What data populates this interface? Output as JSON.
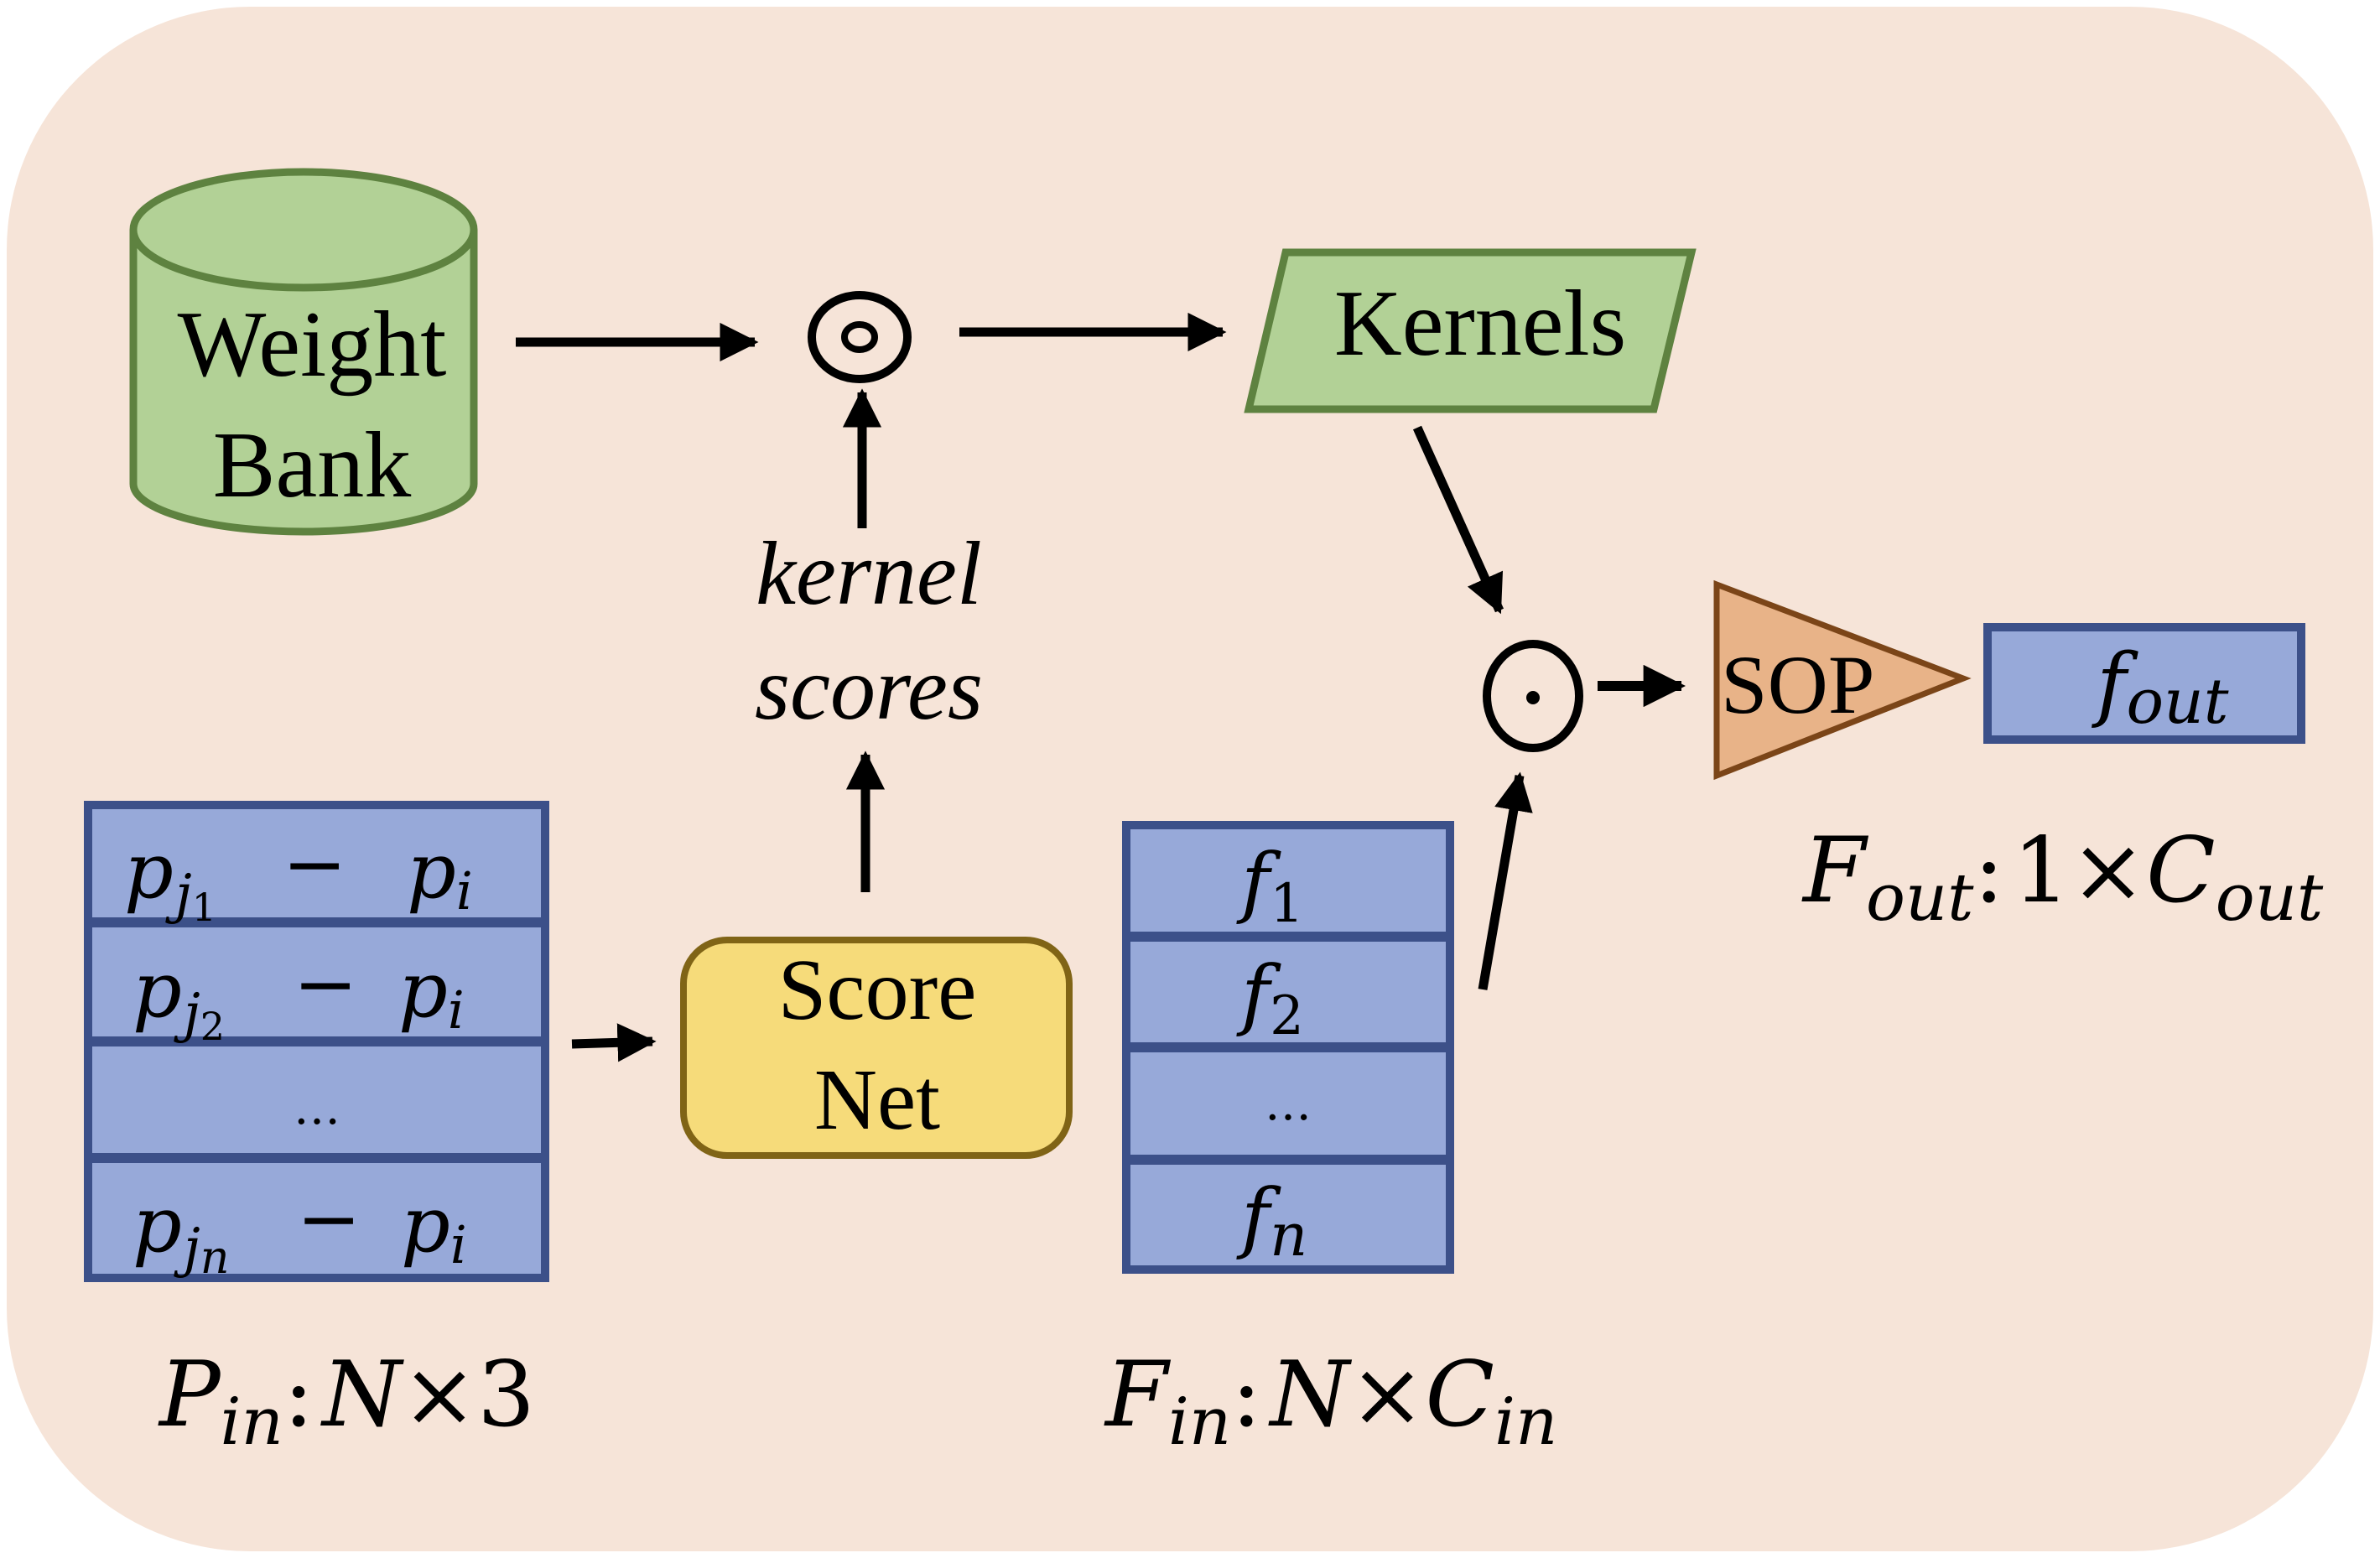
{
  "colors": {
    "background": "#F6E4D8",
    "green_fill": "#B2D196",
    "green_border": "#5E8240",
    "blue_fill": "#97A9D9",
    "blue_border": "#3C5089",
    "yellow_fill": "#F6DB7A",
    "yellow_border": "#806416",
    "orange_fill": "#E8B388",
    "orange_border": "#7B4518",
    "arrow": "#000000"
  },
  "weight_bank": {
    "line1": "Weight",
    "line2": "Bank"
  },
  "kernel_op_symbol": "⊚",
  "kernels": {
    "label": "Kernels"
  },
  "kernel_scores": {
    "line1": "kernel",
    "line2": "scores"
  },
  "score_net": {
    "line1": "Score",
    "line2": "Net"
  },
  "point_input": {
    "rows": [
      {
        "p": "p",
        "sub_base": "j",
        "sub_index": "1",
        "op": "−",
        "rhs": "p",
        "rhs_sub": "i"
      },
      {
        "p": "p",
        "sub_base": "j",
        "sub_index": "2",
        "op": "−",
        "rhs": "p",
        "rhs_sub": "i"
      },
      {
        "ellipsis": "…"
      },
      {
        "p": "p",
        "sub_base": "j",
        "sub_index": "n",
        "op": "−",
        "rhs": "p",
        "rhs_sub": "i"
      }
    ],
    "label": {
      "symbol": "P",
      "sub": "in",
      "colon": ":",
      "dims": "N",
      "times": "×",
      "size": "3"
    }
  },
  "feature_input": {
    "rows": [
      {
        "f": "f",
        "sub": "1"
      },
      {
        "f": "f",
        "sub": "2"
      },
      {
        "ellipsis": "…"
      },
      {
        "f": "f",
        "sub": "n"
      }
    ],
    "label": {
      "symbol": "F",
      "sub": "in",
      "colon": ":",
      "dims": "N",
      "times": "×",
      "c": "C",
      "c_sub": "in"
    }
  },
  "combine_op_symbol": "⊙",
  "sop": {
    "label": "SOP"
  },
  "output": {
    "cell": {
      "f": "f",
      "sub": "out"
    },
    "label": {
      "symbol": "F",
      "sub": "out",
      "colon": ":",
      "dims": "1",
      "times": "×",
      "c": "C",
      "c_sub": "out"
    }
  }
}
